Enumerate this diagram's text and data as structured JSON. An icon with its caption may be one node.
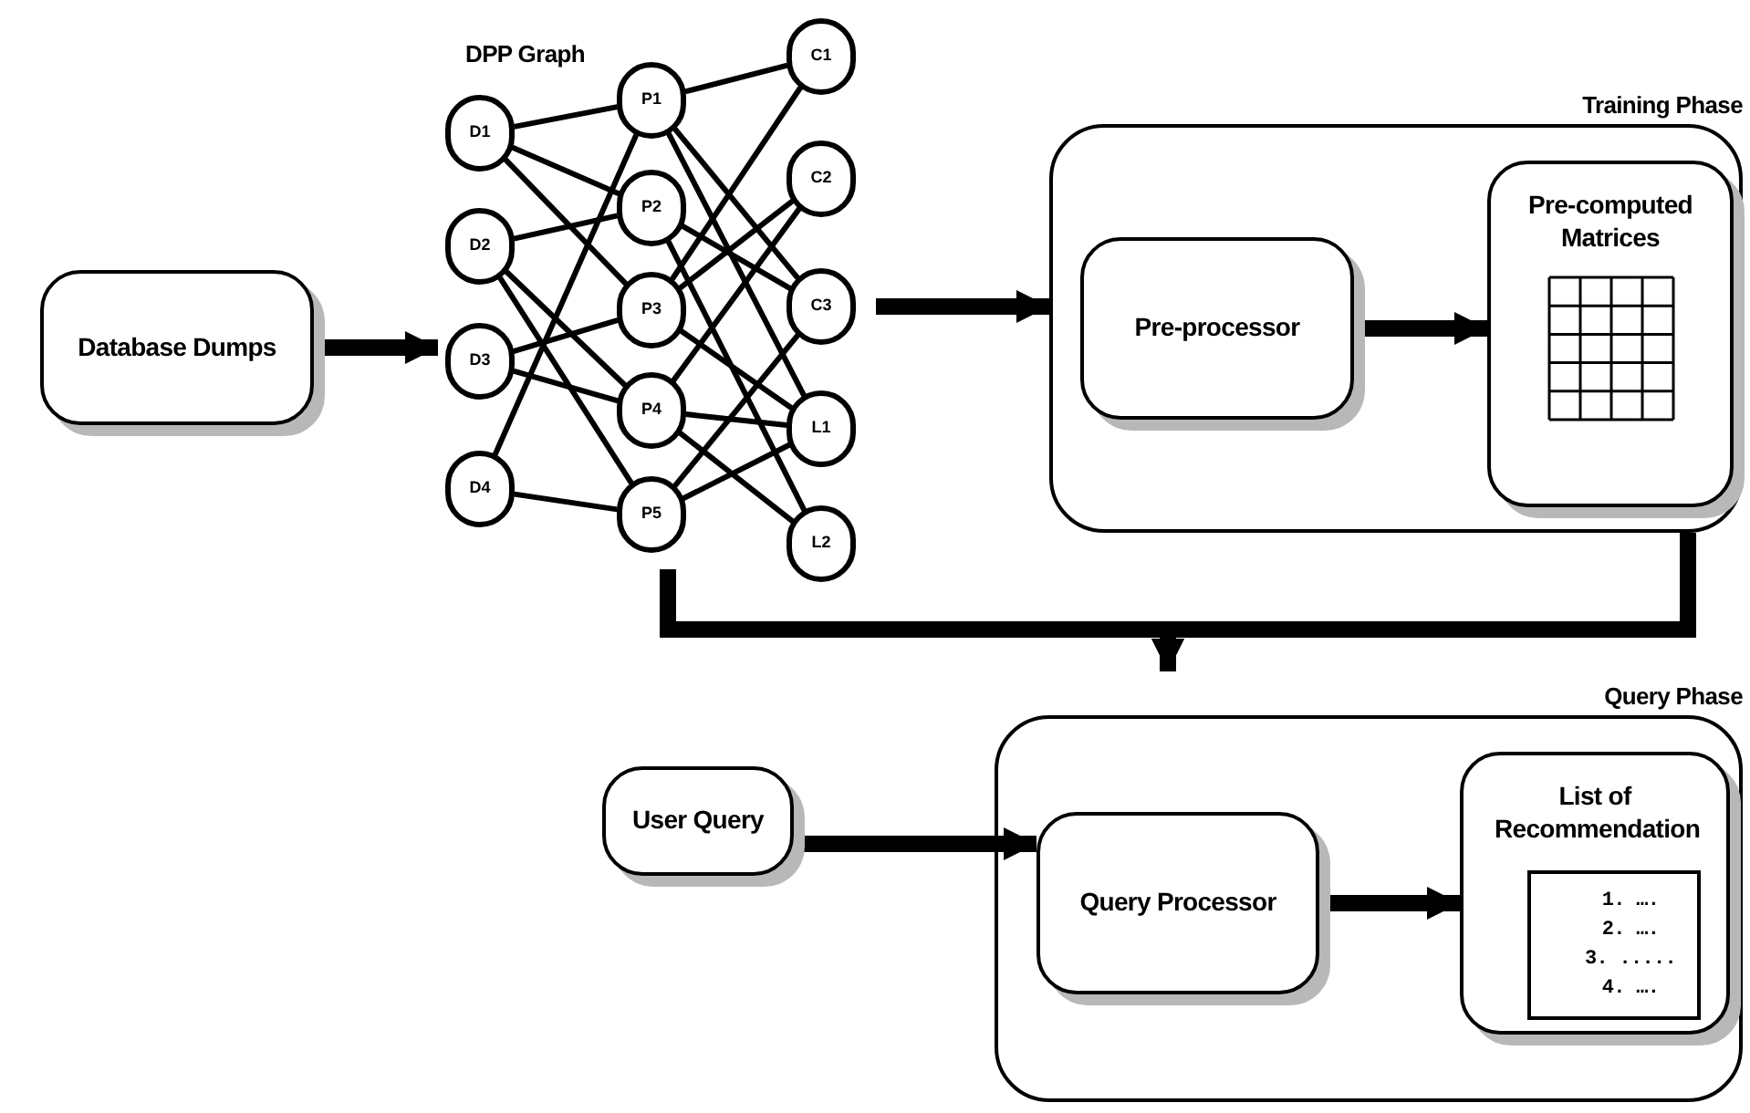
{
  "diagram": {
    "nodes": [
      {
        "text": [
          "Database Dumps"
        ]
      },
      {
        "text": [
          "DPP Graph"
        ]
      },
      {
        "text": [
          "D1"
        ],
        "in": 1
      },
      {
        "text": [
          "D2"
        ],
        "in": 1
      },
      {
        "text": [
          "D3"
        ],
        "in": 1
      },
      {
        "text": [
          "D4"
        ],
        "in": 1
      },
      {
        "text": [
          "P1"
        ],
        "in": 1
      },
      {
        "text": [
          "P2"
        ],
        "in": 1
      },
      {
        "text": [
          "P3"
        ],
        "in": 1
      },
      {
        "text": [
          "P4"
        ],
        "in": 1
      },
      {
        "text": [
          "P5"
        ],
        "in": 1
      },
      {
        "text": [
          "C1"
        ],
        "in": 1
      },
      {
        "text": [
          "C2"
        ],
        "in": 1
      },
      {
        "text": [
          "C3"
        ],
        "in": 1
      },
      {
        "text": [
          "L1"
        ],
        "in": 1
      },
      {
        "text": [
          "L2"
        ],
        "in": 1
      },
      {
        "text": [
          "Training Phase"
        ]
      },
      {
        "text": [
          "Pre-processor"
        ],
        "in": 16
      },
      {
        "text": [
          "Pre-computed Matrices"
        ],
        "in": 16
      },
      {
        "text": [
          "Query Phase"
        ]
      },
      {
        "text": [
          "Query Processor"
        ],
        "in": 19
      },
      {
        "text": [
          "List of Recommendation"
        ],
        "in": 19
      },
      {
        "text": [
          "1. ….",
          "2. ….",
          "3. .....",
          "4. …."
        ],
        "in": 21
      },
      {
        "text": [
          "User Query"
        ]
      }
    ],
    "edges": [
      {
        "from": 0,
        "to": 1,
        "arrow": "to",
        "style": "thick"
      },
      {
        "from": 1,
        "to": 16,
        "arrow": "to",
        "style": "thick"
      },
      {
        "from": 17,
        "to": 18,
        "arrow": "to",
        "style": "thick"
      },
      {
        "from": 1,
        "to": 19,
        "arrow": "to",
        "style": "thick"
      },
      {
        "from": 16,
        "to": 19,
        "arrow": "to",
        "style": "thick"
      },
      {
        "from": 23,
        "to": 20,
        "arrow": "to",
        "style": "thick"
      },
      {
        "from": 20,
        "to": 21,
        "arrow": "to",
        "style": "thick"
      },
      {
        "from": 2,
        "to": 6,
        "arrow": "none"
      },
      {
        "from": 2,
        "to": 7,
        "arrow": "none"
      },
      {
        "from": 2,
        "to": 8,
        "arrow": "none"
      },
      {
        "from": 3,
        "to": 7,
        "arrow": "none"
      },
      {
        "from": 3,
        "to": 9,
        "arrow": "none"
      },
      {
        "from": 3,
        "to": 10,
        "arrow": "none"
      },
      {
        "from": 4,
        "to": 8,
        "arrow": "none"
      },
      {
        "from": 4,
        "to": 9,
        "arrow": "none"
      },
      {
        "from": 5,
        "to": 6,
        "arrow": "none"
      },
      {
        "from": 5,
        "to": 10,
        "arrow": "none"
      },
      {
        "from": 6,
        "to": 11,
        "arrow": "none"
      },
      {
        "from": 6,
        "to": 13,
        "arrow": "none"
      },
      {
        "from": 6,
        "to": 14,
        "arrow": "none"
      },
      {
        "from": 7,
        "to": 13,
        "arrow": "none"
      },
      {
        "from": 7,
        "to": 15,
        "arrow": "none"
      },
      {
        "from": 8,
        "to": 11,
        "arrow": "none"
      },
      {
        "from": 8,
        "to": 12,
        "arrow": "none"
      },
      {
        "from": 8,
        "to": 14,
        "arrow": "none"
      },
      {
        "from": 9,
        "to": 12,
        "arrow": "none"
      },
      {
        "from": 9,
        "to": 14,
        "arrow": "none"
      },
      {
        "from": 9,
        "to": 15,
        "arrow": "none"
      },
      {
        "from": 10,
        "to": 13,
        "arrow": "none"
      },
      {
        "from": 10,
        "to": 14,
        "arrow": "none"
      }
    ]
  }
}
